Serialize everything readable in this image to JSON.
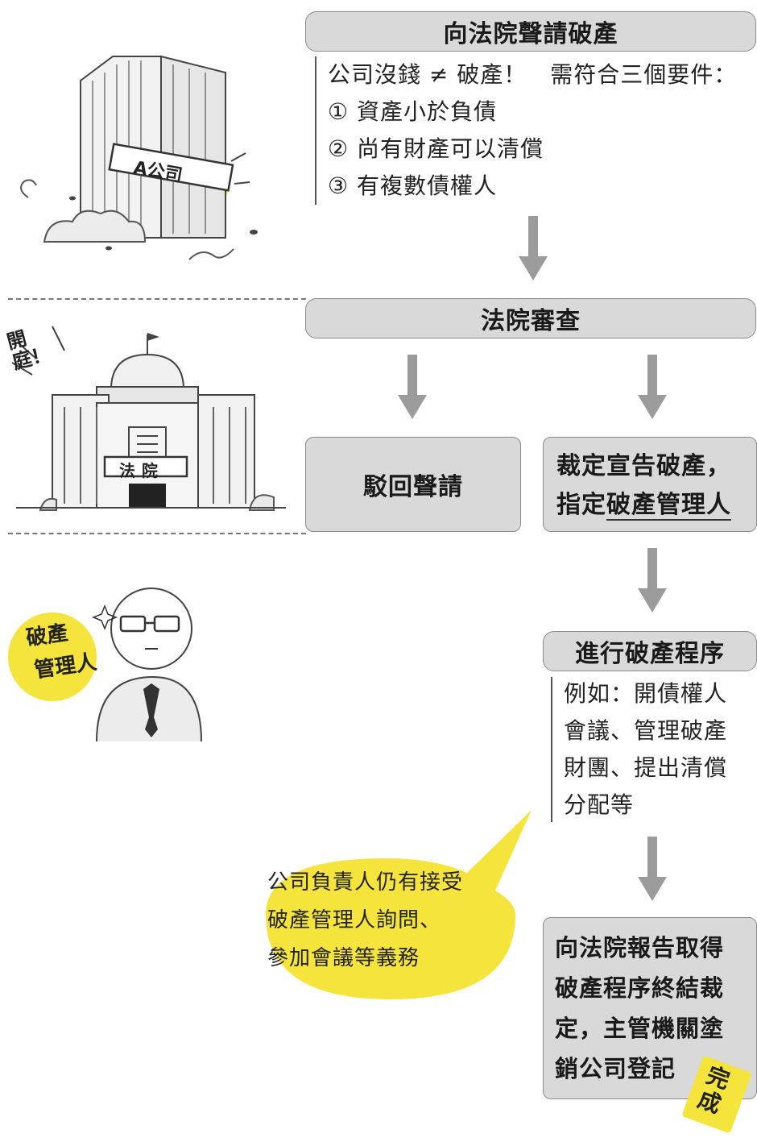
{
  "step1": {
    "title": "向法院聲請破產",
    "lines": [
      "公司沒錢 ≠ 破產！　需符合三個要件：",
      "① 資產小於負債",
      "② 尚有財產可以清償",
      "③ 有複數債權人"
    ]
  },
  "step2": {
    "title": "法院審查"
  },
  "branch_left": {
    "label": "駁回聲請"
  },
  "branch_right": {
    "line1": "裁定宣告破產，",
    "line2a": "指定",
    "line2b": "破產管理人"
  },
  "step3": {
    "title": "進行破產程序",
    "lines": [
      "例如：開債權人",
      "會議、管理破產",
      "財團、提出清償",
      "分配等"
    ]
  },
  "bubble": {
    "lines": [
      "公司負責人仍有接受",
      "破產管理人詢問、",
      "參加會議等義務"
    ]
  },
  "final": {
    "lines": [
      "向法院報告取得",
      "破產程序終結裁",
      "定，主管機關塗",
      "銷公司登記"
    ],
    "badge": "完成"
  },
  "illustrations": {
    "company_sign": "A公司",
    "court_shout": "開庭！",
    "court_sign": "法院",
    "trustee_label": [
      "破產",
      "管理人"
    ]
  },
  "colors": {
    "box_fill": "#d9d9d9",
    "accent_yellow": "#f5e43c",
    "arrow": "#9b9b9b"
  }
}
